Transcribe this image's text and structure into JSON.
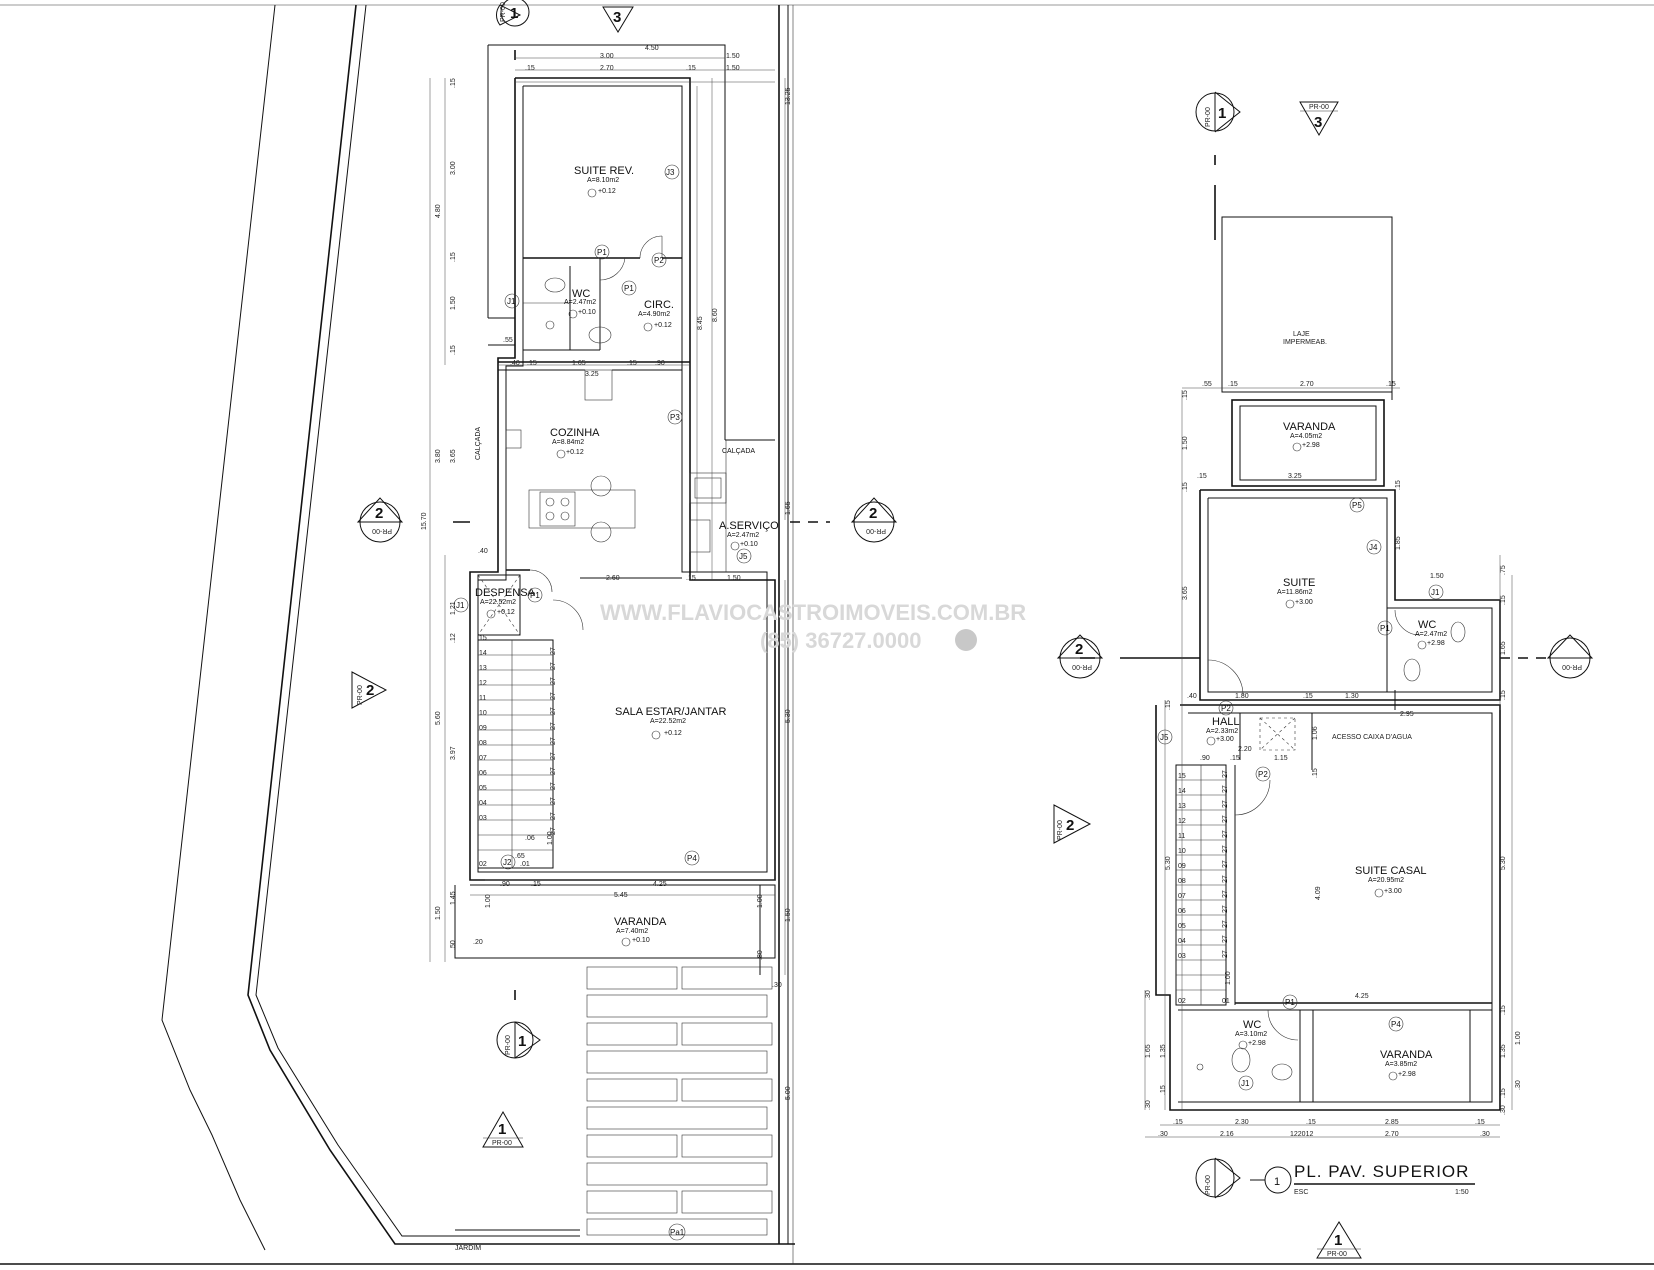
{
  "watermark": {
    "site": "WWW.FLAVIOCASTROIMOVEIS.COM.BR",
    "phone": "(85) 36727.0000"
  },
  "ground_floor": {
    "rooms": [
      {
        "name": "SUITE REV.",
        "area": "A=8.10m2",
        "level": "+0.12"
      },
      {
        "name": "WC",
        "area": "A=2.47m2",
        "level": "+0.10"
      },
      {
        "name": "CIRC.",
        "area": "A=4.90m2",
        "level": "+0.12"
      },
      {
        "name": "COZINHA",
        "area": "A=8.84m2",
        "level": "+0.12"
      },
      {
        "name": "A.SERVIÇO",
        "area": "A=2.47m2",
        "level": "+0.10"
      },
      {
        "name": "DESPENSA",
        "area": "A=22.52m2",
        "level": "+0.12"
      },
      {
        "name": "SALA ESTAR/JANTAR",
        "area": "A=22.52m2",
        "level": "+0.12"
      },
      {
        "name": "VARANDA",
        "area": "A=7.40m2",
        "level": "+0.10"
      }
    ],
    "labels": {
      "calcada1": "CALÇADA",
      "calcada2": "CALÇADA",
      "jardim": "JARDIM"
    },
    "stairs": [
      "15",
      "14",
      "13",
      "12",
      "11",
      "10",
      "09",
      "08",
      "07",
      "06",
      "05",
      "04",
      "03",
      "02"
    ],
    "risers": [
      "27",
      "27",
      "27",
      "27",
      "27",
      "27",
      "27",
      "27",
      "27",
      "27",
      "27",
      "27",
      "27"
    ],
    "dims": {
      "d450": "4.50",
      "d300": "3.00",
      "d150a": "1.50",
      "d150b": "1.50",
      "d15a": ".15",
      "d270": "2.70",
      "d15b": ".15",
      "d1325": "13.25",
      "d480": "4.80",
      "d300v": "3.00",
      "d150v": "1.50",
      "d15v1": ".15",
      "d15v2": ".15",
      "d15v3": ".15",
      "d845": "8.45",
      "d860": "8.60",
      "d55": ".55",
      "d40a": ".40",
      "d15c": ".15",
      "d165": "1.65",
      "d15d": ".15",
      "d90a": ".90",
      "d325": "3.25",
      "d380": "3.80",
      "d365": "3.65",
      "d1570": "15.70",
      "d165v": "1.65",
      "d40b": ".40",
      "d260": "2.60",
      "d15e": ".15",
      "d150c": "1.50",
      "d121": "1.21",
      "d12": ".12",
      "d560": "5.60",
      "d397": "3.97",
      "d530": "5.30",
      "d100a": "1.00",
      "d65": ".65",
      "d01": ".01",
      "d06": ".06",
      "d90b": ".90",
      "d15f": ".15",
      "d425": "4.25",
      "d545": "5.45",
      "d150v2": "1.50",
      "d145": "1.45",
      "d100b": "1.00",
      "d100c": "1.00",
      "d150v3": "1.50",
      "d20": ".20",
      "d50": ".50",
      "d80": ".80",
      "d30": ".30",
      "d500": "5.00"
    },
    "tags": {
      "j3": "J3",
      "p1a": "P1",
      "p2": "P2",
      "p1b": "P1",
      "j1a": "J1",
      "p3": "P3",
      "j5": "J5",
      "j1b": "J1",
      "p1c": "P1",
      "j2": "J2",
      "p4": "P4",
      "pa1": "Pa1"
    }
  },
  "upper_floor": {
    "title": "PL. PAV. SUPERIOR",
    "title_num": "1",
    "title_esc": "ESC",
    "title_scale": "1:50",
    "rooms": [
      {
        "name": "LAJE",
        "area": "IMPERMEAB."
      },
      {
        "name": "VARANDA",
        "area": "A=4.05m2",
        "level": "+2.98"
      },
      {
        "name": "SUITE",
        "area": "A=11.86m2",
        "level": "+3.00"
      },
      {
        "name": "WC",
        "area": "A=2.47m2",
        "level": "+2.98"
      },
      {
        "name": "HALL",
        "area": "A=2.33m2",
        "level": "+3.00"
      },
      {
        "name": "SUITE CASAL",
        "area": "A=20.95m2",
        "level": "+3.00"
      },
      {
        "name": "WC",
        "area": "A=3.10m2",
        "level": "+2.98"
      },
      {
        "name": "VARANDA",
        "area": "A=3.85m2",
        "level": "+2.98"
      }
    ],
    "labels": {
      "caixa": "ACESSO CAIXA D'AGUA"
    },
    "stairs": [
      "15",
      "14",
      "13",
      "12",
      "11",
      "10",
      "09",
      "08",
      "07",
      "06",
      "05",
      "04",
      "03",
      "02",
      "01"
    ],
    "risers": [
      "27",
      "27",
      "27",
      "27",
      "27",
      "27",
      "27",
      "27",
      "27",
      "27",
      "27",
      "27",
      "27"
    ],
    "dims": {
      "u55": ".55",
      "u15a": ".15",
      "u270": "2.70",
      "u15b": ".15",
      "u15v1": ".15",
      "u150": "1.50",
      "u15v2": ".15",
      "u15c": ".15",
      "u325": "3.25",
      "u15v3": ".15",
      "u185": "1.85",
      "u150b": "1.50",
      "u365": "3.65",
      "u75": ".75",
      "u15v4": ".15",
      "u165": "1.65",
      "u15v5": ".15",
      "u40": ".40",
      "u180": "1.80",
      "u15d": ".15",
      "u130": "1.30",
      "u295": "2.95",
      "u106": "1.06",
      "u15v6": ".15",
      "u90": ".90",
      "u15e": ".15",
      "u115": "1.15",
      "u220": "2.20",
      "u15v7": ".15",
      "u530": "5.30",
      "u409": "4.09",
      "u530b": "5.30",
      "u100a": "1.00",
      "u425": "4.25",
      "u30a": ".30",
      "u165b": "1.65",
      "u135a": "1.35",
      "u15v8": ".15",
      "u30b": ".30",
      "u15v9": ".15",
      "u135b": "1.35",
      "u100b": "1.00",
      "u30c": ".30",
      "u15v10": ".15",
      "u30d": ".30",
      "u15f": ".15",
      "u230": "2.30",
      "u15g": ".15",
      "u285": "2.85",
      "u15h": ".15",
      "u30e": ".30",
      "u216": "2.16",
      "u122": "122012",
      "u270b": "2.70",
      "u30f": ".30"
    },
    "tags": {
      "p5": "P5",
      "j4": "J4",
      "j1": "J1",
      "p1a": "P1",
      "p2a": "P2",
      "j5": "J5",
      "p2b": "P2",
      "p1b": "P1",
      "p4": "P4",
      "j1b": "J1"
    }
  },
  "markers": {
    "m1a": {
      "num": "1",
      "ref": "PR-00"
    },
    "m3a": {
      "num": "3"
    },
    "m2a": {
      "num": "2",
      "ref": "PR-00"
    },
    "m2b": {
      "num": "2",
      "ref": "PR-00"
    },
    "m2c": {
      "num": "2",
      "ref": "PR-00"
    },
    "m1b": {
      "num": "1",
      "ref": "PR-00"
    },
    "m1c": {
      "num": "1",
      "ref": "PR-00"
    },
    "m1d": {
      "num": "1",
      "ref": "PR-00"
    },
    "m3b": {
      "num": "3",
      "ref": "PR-00"
    },
    "m2d": {
      "num": "2",
      "ref": "PR-00"
    },
    "m2e": {
      "num": "2",
      "ref": "PR-00"
    },
    "m2f": {
      "num": "2",
      "ref": "PR-00"
    },
    "m1e": {
      "num": "1",
      "ref": "PR-00"
    },
    "m1f": {
      "num": "1",
      "ref": "PR-00"
    }
  }
}
